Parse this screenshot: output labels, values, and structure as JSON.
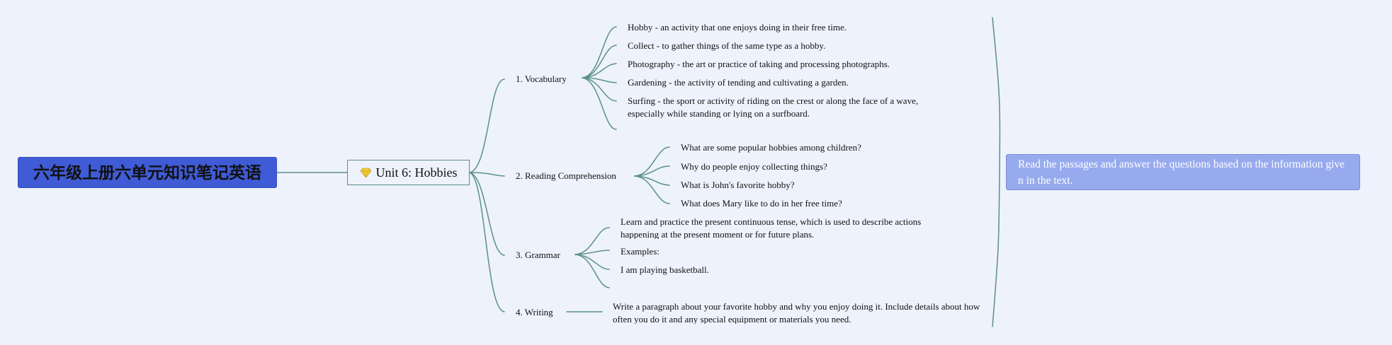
{
  "root": {
    "title": "六年级上册六单元知识笔记英语"
  },
  "main": {
    "title": "Unit 6: Hobbies",
    "icon": "gem-icon"
  },
  "branches": [
    {
      "label": "1. Vocabulary",
      "items": [
        "Hobby - an activity that one enjoys doing in their free time.",
        "Collect - to gather things of the same type as a hobby.",
        "Photography - the art or practice of taking and processing photographs.",
        "Gardening - the activity of tending and cultivating a garden.",
        "Surfing - the sport or activity of riding on the crest or along the face of a wave, especially while standing or lying on a surfboard."
      ]
    },
    {
      "label": "2. Reading Comprehension",
      "items": [
        "What are some popular hobbies among children?",
        "Why do people enjoy collecting things?",
        "What is John's favorite hobby?",
        "What does Mary like to do in her free time?"
      ]
    },
    {
      "label": "3. Grammar",
      "items": [
        "Learn and practice the present continuous tense, which is used to describe actions happening at the present moment or for future plans.",
        "Examples:",
        "I am playing basketball."
      ]
    },
    {
      "label": "4. Writing",
      "items": [
        "Write a paragraph about your favorite hobby and why you enjoy doing it. Include details about how often you do it and any special equipment or materials you need."
      ]
    }
  ],
  "summary": {
    "text": "Read the passages and answer the questions based on the information given in the text."
  },
  "colors": {
    "line": "#5a9087",
    "root_fill": "#3f5bd6",
    "summary_fill": "#97aaee",
    "background": "#eef2fc"
  }
}
